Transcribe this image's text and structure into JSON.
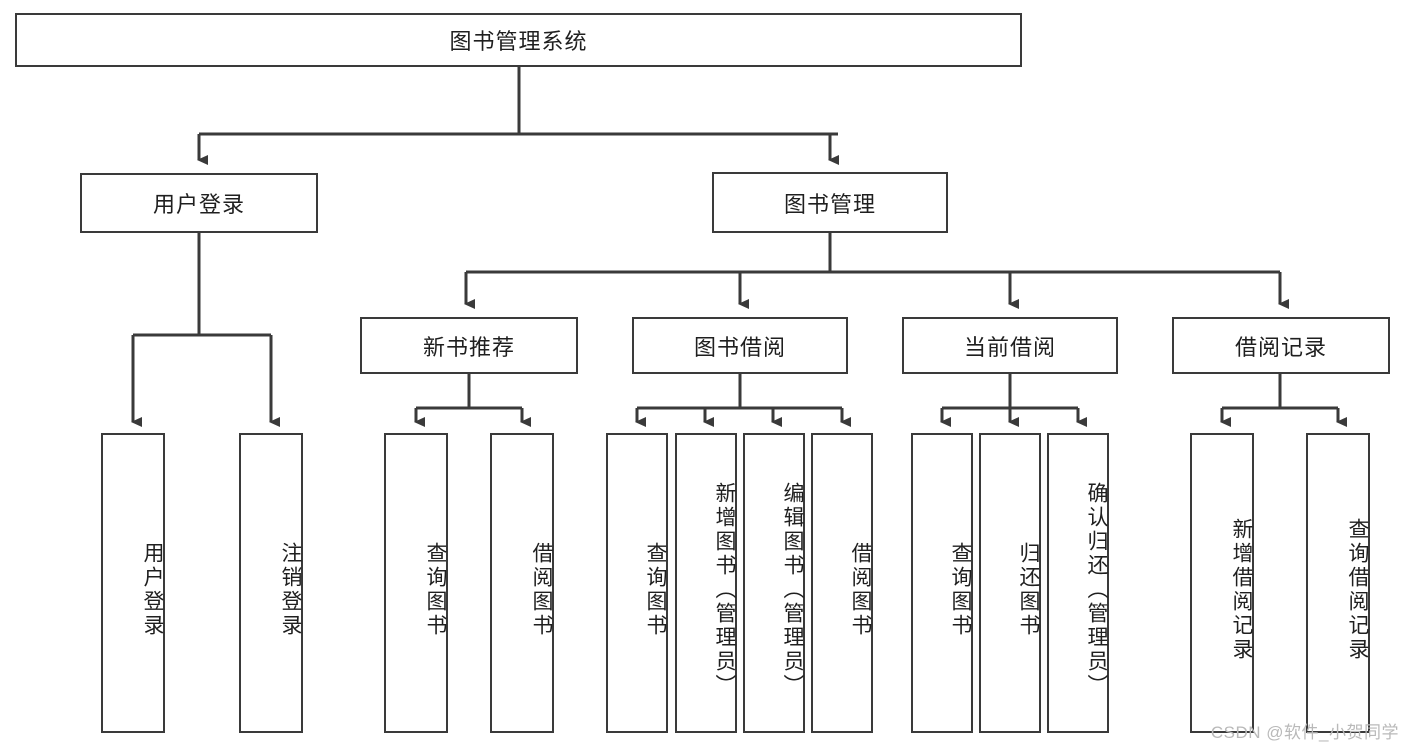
{
  "diagram": {
    "title": "图书管理系统",
    "type": "tree-hierarchy",
    "root": {
      "label": "图书管理系统"
    },
    "level1": [
      {
        "label": "用户登录"
      },
      {
        "label": "图书管理"
      }
    ],
    "level2": [
      {
        "label": "新书推荐"
      },
      {
        "label": "图书借阅"
      },
      {
        "label": "当前借阅"
      },
      {
        "label": "借阅记录"
      }
    ],
    "leaves": {
      "user_login": [
        {
          "label": "用户登录"
        },
        {
          "label": "注销登录"
        }
      ],
      "new_book_recommend": [
        {
          "label": "查询图书"
        },
        {
          "label": "借阅图书"
        }
      ],
      "book_borrow": [
        {
          "label": "查询图书"
        },
        {
          "label": "新增图书（管理员）"
        },
        {
          "label": "编辑图书（管理员）"
        },
        {
          "label": "借阅图书"
        }
      ],
      "current_borrow": [
        {
          "label": "查询图书"
        },
        {
          "label": "归还图书"
        },
        {
          "label": "确认归还（管理员）"
        }
      ],
      "borrow_record": [
        {
          "label": "新增借阅记录"
        },
        {
          "label": "查询借阅记录"
        }
      ]
    }
  },
  "watermark": {
    "text": "CSDN @软件_小贺同学"
  },
  "colors": {
    "stroke": "#3a3a3a",
    "fill": "#ffffff",
    "text": "#1f1f1f",
    "watermark": "#b9b9b9"
  }
}
